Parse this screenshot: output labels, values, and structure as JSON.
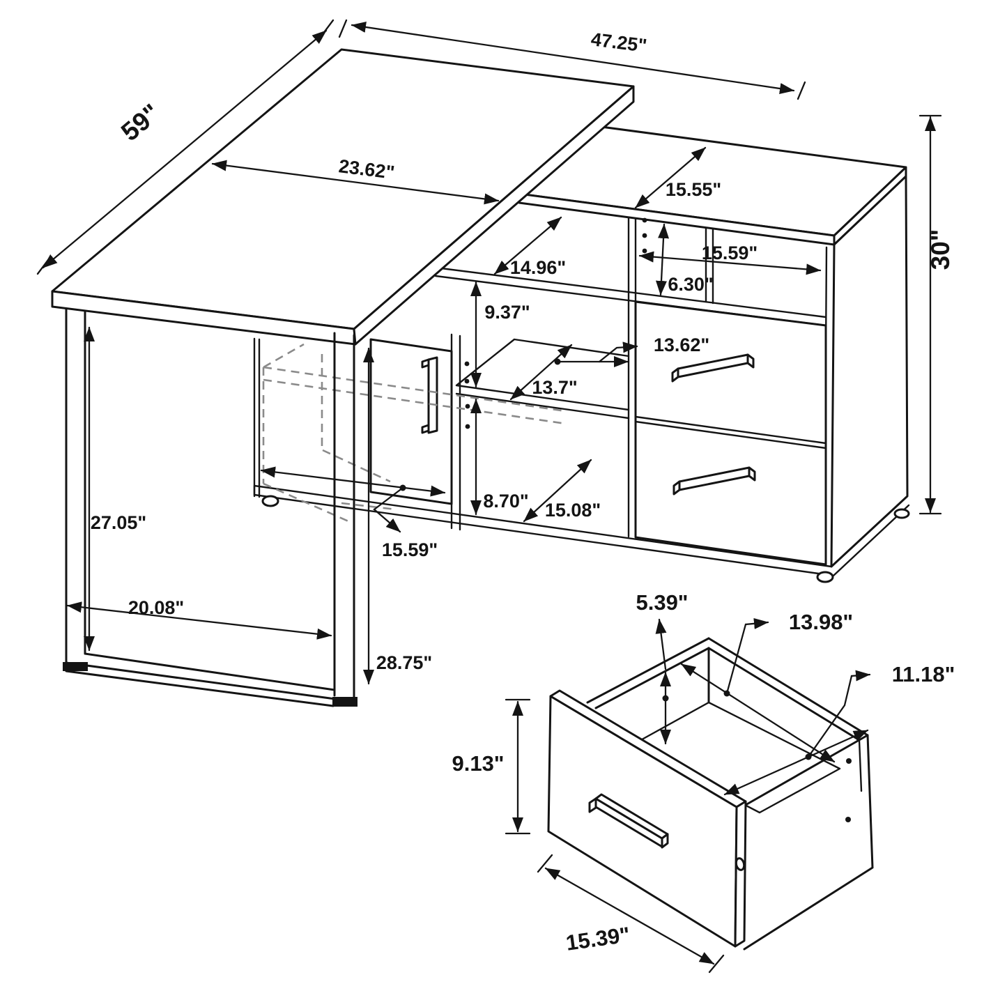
{
  "diagram": {
    "type": "furniture-dimension-diagram",
    "subject": "L-shaped office desk with cabinet return (cubbies, door, two drawers) and exploded drawer detail",
    "units": "inches",
    "style": "black line isometric drawing with dimension arrows"
  },
  "labels": {
    "desk_length": "59\"",
    "return_length": "47.25\"",
    "desk_depth": "23.62\"",
    "cabinet_top_depth": "15.55\"",
    "right_cubby_width": "15.59\"",
    "top_cubby_height": "6.30\"",
    "left_cubby_depth": "14.96\"",
    "mid_cubby_height": "9.37\"",
    "mid_cubby_width": "13.62\"",
    "shelf_depth": "13.7\"",
    "bottom_cubby_height": "8.70\"",
    "bottom_shelf_depth": "15.08\"",
    "overall_height": "30\"",
    "leg_inner_height": "27.05\"",
    "door_cubby_width": "15.59\"",
    "leg_inner_width": "20.08\"",
    "underdesk_clearance": "28.75\"",
    "drawer_front_height": "9.13\"",
    "drawer_inner_height": "5.39\"",
    "drawer_inner_length": "13.98\"",
    "drawer_inner_depth": "11.18\"",
    "drawer_front_width": "15.39\""
  }
}
